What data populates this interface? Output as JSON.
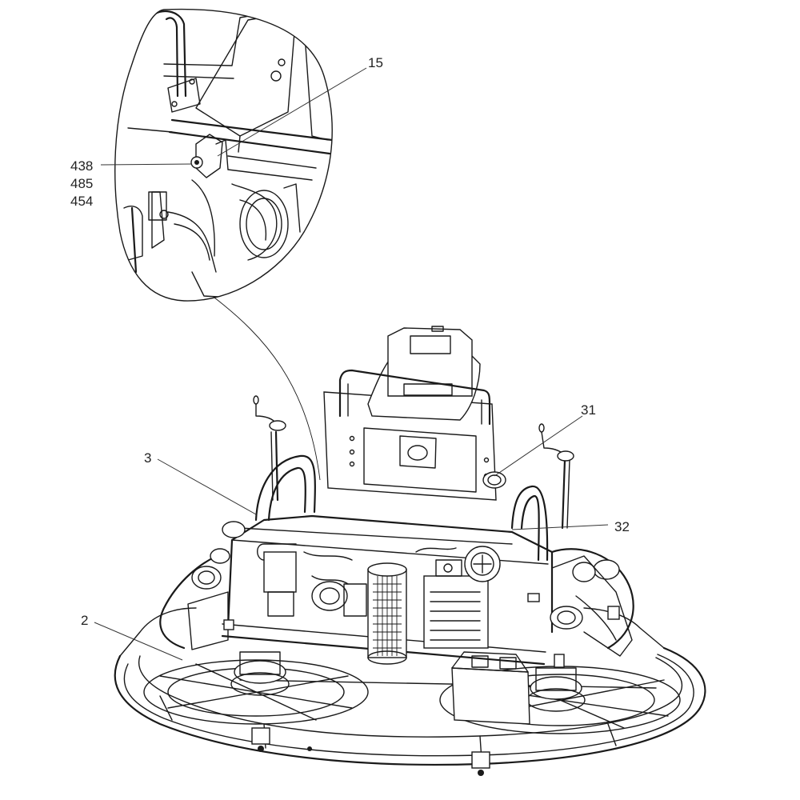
{
  "callouts": {
    "c15": "15",
    "c438": "438",
    "c485": "485",
    "c454": "454",
    "c31": "31",
    "c3": "3",
    "c32": "32",
    "c2": "2"
  }
}
